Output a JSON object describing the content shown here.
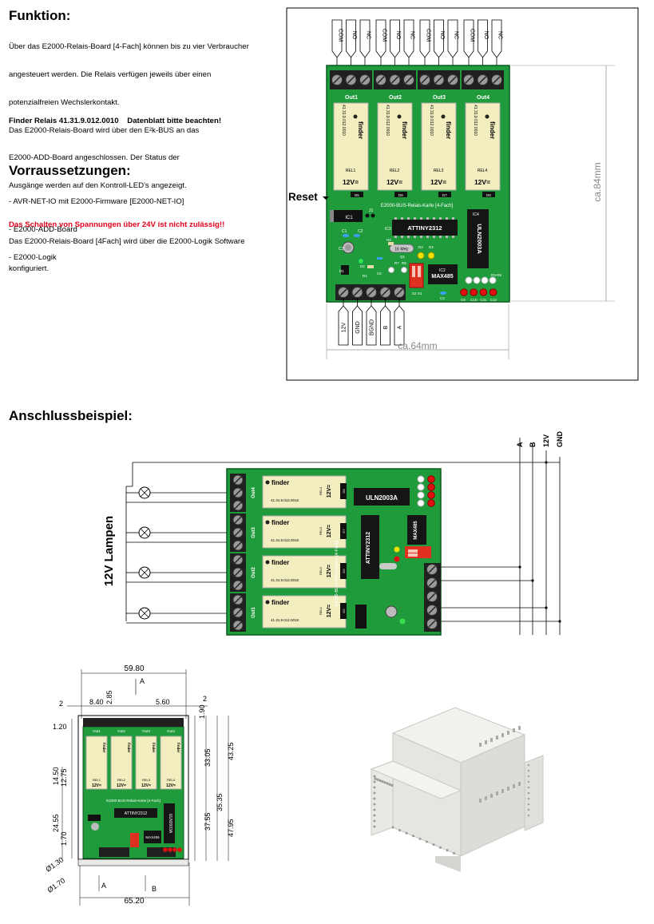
{
  "funktion": {
    "heading": "Funktion:",
    "lines": [
      "Über das E2000-Relais-Board [4-Fach] können bis zu vier Verbraucher",
      "angesteuert werden. Die Relais verfügen jeweils über einen",
      "potenzialfreien Wechslerkontakt.",
      "Das E2000-Relais-Board wird über den E²k-BUS an das",
      "E2000-ADD-Board angeschlossen. Der Status der",
      "Ausgänge werden auf den Kontroll-LED's angezeigt.",
      "",
      "Das E2000-Relais-Board [4Fach] wird über die E2000-Logik Software",
      "konfiguriert."
    ],
    "note": "Finder Relais 41.31.9.012.0010    Datenblatt bitte beachten!"
  },
  "voraussetzungen": {
    "heading": "Vorraussetzungen:",
    "items": [
      "- AVR-NET-IO mit E2000-Firmware [E2000-NET-IO]",
      "- E2000-ADD-Board",
      "- E2000-Logik"
    ],
    "warning": "Das Schalten von Spannungen über 24V ist nicht zulässig!!"
  },
  "board": {
    "top_terminals": [
      "COM",
      "NO",
      "NC",
      "COM",
      "NO",
      "NC",
      "COM",
      "NO",
      "NC",
      "COM",
      "NO",
      "NC"
    ],
    "outputs": [
      "Out1",
      "Out2",
      "Out3",
      "Out4"
    ],
    "relay_brand": "finder",
    "relay_part": "41.31.9.012.0010",
    "relay_names": [
      "REL1",
      "REL2",
      "REL3",
      "REL4"
    ],
    "relay_voltage": "12V=",
    "diodes": [
      "D5",
      "D6",
      "D7",
      "D8"
    ],
    "reset_label": "Reset",
    "board_title": "E2000-BUS-Relais-Karte [4-Fach]",
    "ic1": "IC1",
    "ic3": "IC3",
    "attiny": "ATTINY2312",
    "uln": "ULN2003A",
    "ic4": "IC4",
    "max": "MAX485",
    "ic2": "IC2",
    "crystal": "16 MHz",
    "bottom_terminals": [
      "12V",
      "GND",
      "BGND",
      "B",
      "A"
    ],
    "leds": [
      "C9",
      "C10",
      "C11",
      "C12"
    ],
    "width_label": "ca.64mm",
    "height_label": "ca.84mm",
    "small_labels": [
      "C1",
      "C2",
      "J1",
      "C3",
      "C5",
      "D1",
      "D2",
      "R1",
      "R2",
      "R3",
      "R6",
      "Q1",
      "C6",
      "D3",
      "D4",
      "R7",
      "R8",
      "S2",
      "S1",
      "C4",
      "R3-R6"
    ]
  },
  "anschluss": {
    "heading": "Anschlussbeispiel:",
    "bus_labels": [
      "A",
      "B",
      "12V",
      "GND"
    ],
    "lamp_label": "12V Lampen",
    "outs": [
      "Out4",
      "Out3",
      "Out2",
      "Out1"
    ],
    "relay_text": "41.31.9.012.001K",
    "rel_names": [
      "REL4",
      "REL3",
      "REL2",
      "REL1"
    ],
    "diodes": [
      "D8",
      "D7",
      "D6",
      "D5"
    ]
  },
  "dimensions": {
    "top_width": "59.80",
    "bottom_width": "65.20",
    "labels_top": [
      "2",
      "8.40",
      "2.85",
      "5.60"
    ],
    "labels_left": [
      "1.20",
      "14.50",
      "12.75",
      "24.55",
      "1.70"
    ],
    "labels_right": [
      "1.90",
      "33.05",
      "43.25",
      "35.35",
      "37.55",
      "47.95"
    ],
    "section_a": "A",
    "section_b": "B",
    "diameters": [
      "Ø1.30",
      "Ø1.70"
    ]
  },
  "colors": {
    "pcb": "#1f9b3b",
    "pcb_dark": "#157a2c",
    "relay": "#f3eec0",
    "led_red": "#e01010",
    "led_yellow": "#f2e200",
    "warning": "#e0001a"
  }
}
